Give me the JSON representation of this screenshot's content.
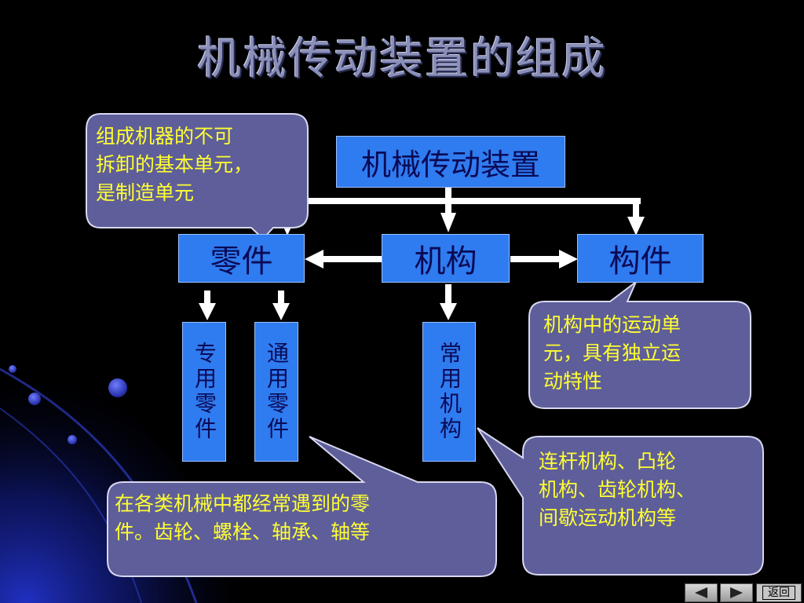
{
  "title": "机械传动装置的组成",
  "diagram": {
    "root": "机械传动装置",
    "left": "零件",
    "center": "机构",
    "right": "构件",
    "sub_special": "专用零件",
    "sub_general": "通用零件",
    "sub_common": "常用机构"
  },
  "callouts": {
    "part_definition": [
      "组成机器的不可",
      "拆卸的基本单元，",
      "是制造单元"
    ],
    "member_definition": [
      "机构中的运动单",
      "元，具有独立运",
      "动特性"
    ],
    "part_examples": [
      "在各类机械中都经常遇到的零",
      "件。齿轮、螺栓、轴承、轴等"
    ],
    "mechanism_examples": [
      "连杆机构、凸轮",
      "机构、齿轮机构、",
      "间歇运动机构等"
    ]
  },
  "nav": {
    "prev_icon": "triangle-left-icon",
    "next_icon": "triangle-right-icon",
    "return_label": "返回"
  },
  "colors": {
    "background": "#000000",
    "box_fill": "#2f7bf0",
    "box_text": "#0a0a55",
    "callout_fill": "#5e5e9a",
    "callout_text": "#ffff33",
    "arrow": "#ffffff",
    "title": "#8a8fb8"
  }
}
